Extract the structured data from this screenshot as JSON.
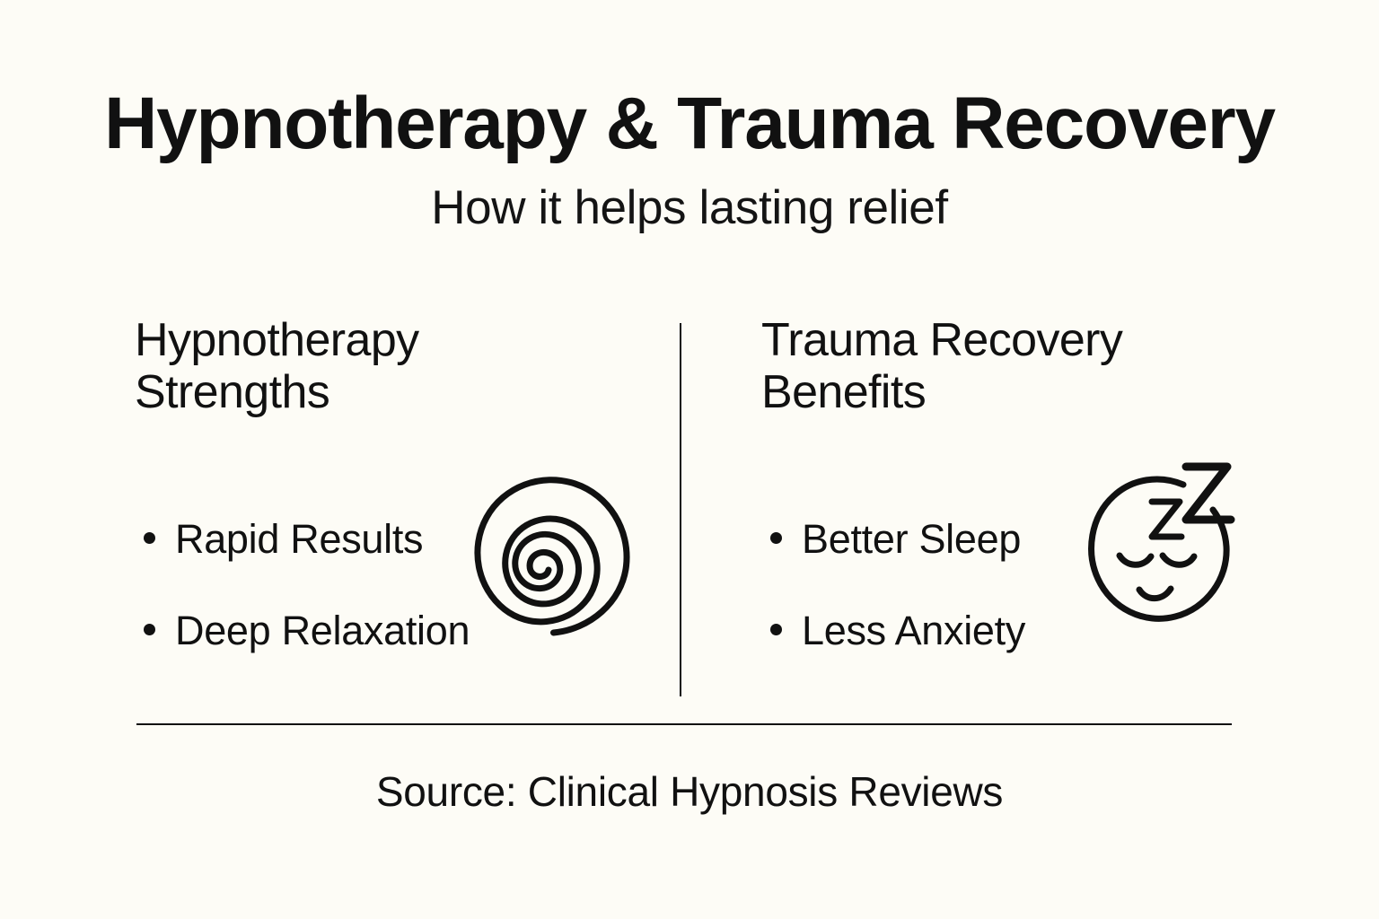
{
  "header": {
    "title": "Hypnotherapy & Trauma Recovery",
    "subtitle": "How it helps lasting relief"
  },
  "columns": [
    {
      "heading": "Hypnotherapy Strengths",
      "items": [
        "Rapid Results",
        "Deep Relaxation"
      ],
      "icon": "spiral-icon"
    },
    {
      "heading": "Trauma Recovery Benefits",
      "items": [
        "Better Sleep",
        "Less Anxiety"
      ],
      "icon": "sleeping-face-icon"
    }
  ],
  "footer": {
    "source": "Source: Clinical Hypnosis Reviews"
  },
  "colors": {
    "background": "#fdfcf6",
    "ink": "#111111",
    "rule": "#111111"
  }
}
